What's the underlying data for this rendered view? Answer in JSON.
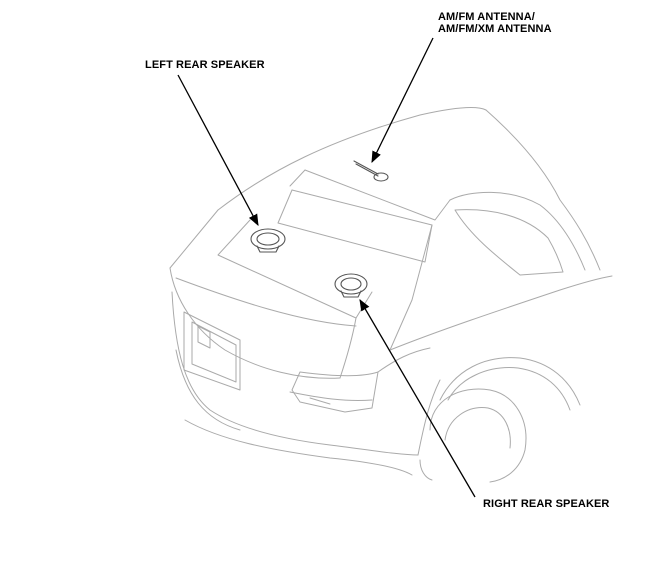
{
  "labels": {
    "antenna_line1": "AM/FM ANTENNA/",
    "antenna_line2": "AM/FM/XM  ANTENNA",
    "left_speaker": "LEFT REAR SPEAKER",
    "right_speaker": "RIGHT REAR SPEAKER"
  },
  "colors": {
    "outline": "#aaaaaa",
    "component": "#555555",
    "leader": "#000000"
  }
}
